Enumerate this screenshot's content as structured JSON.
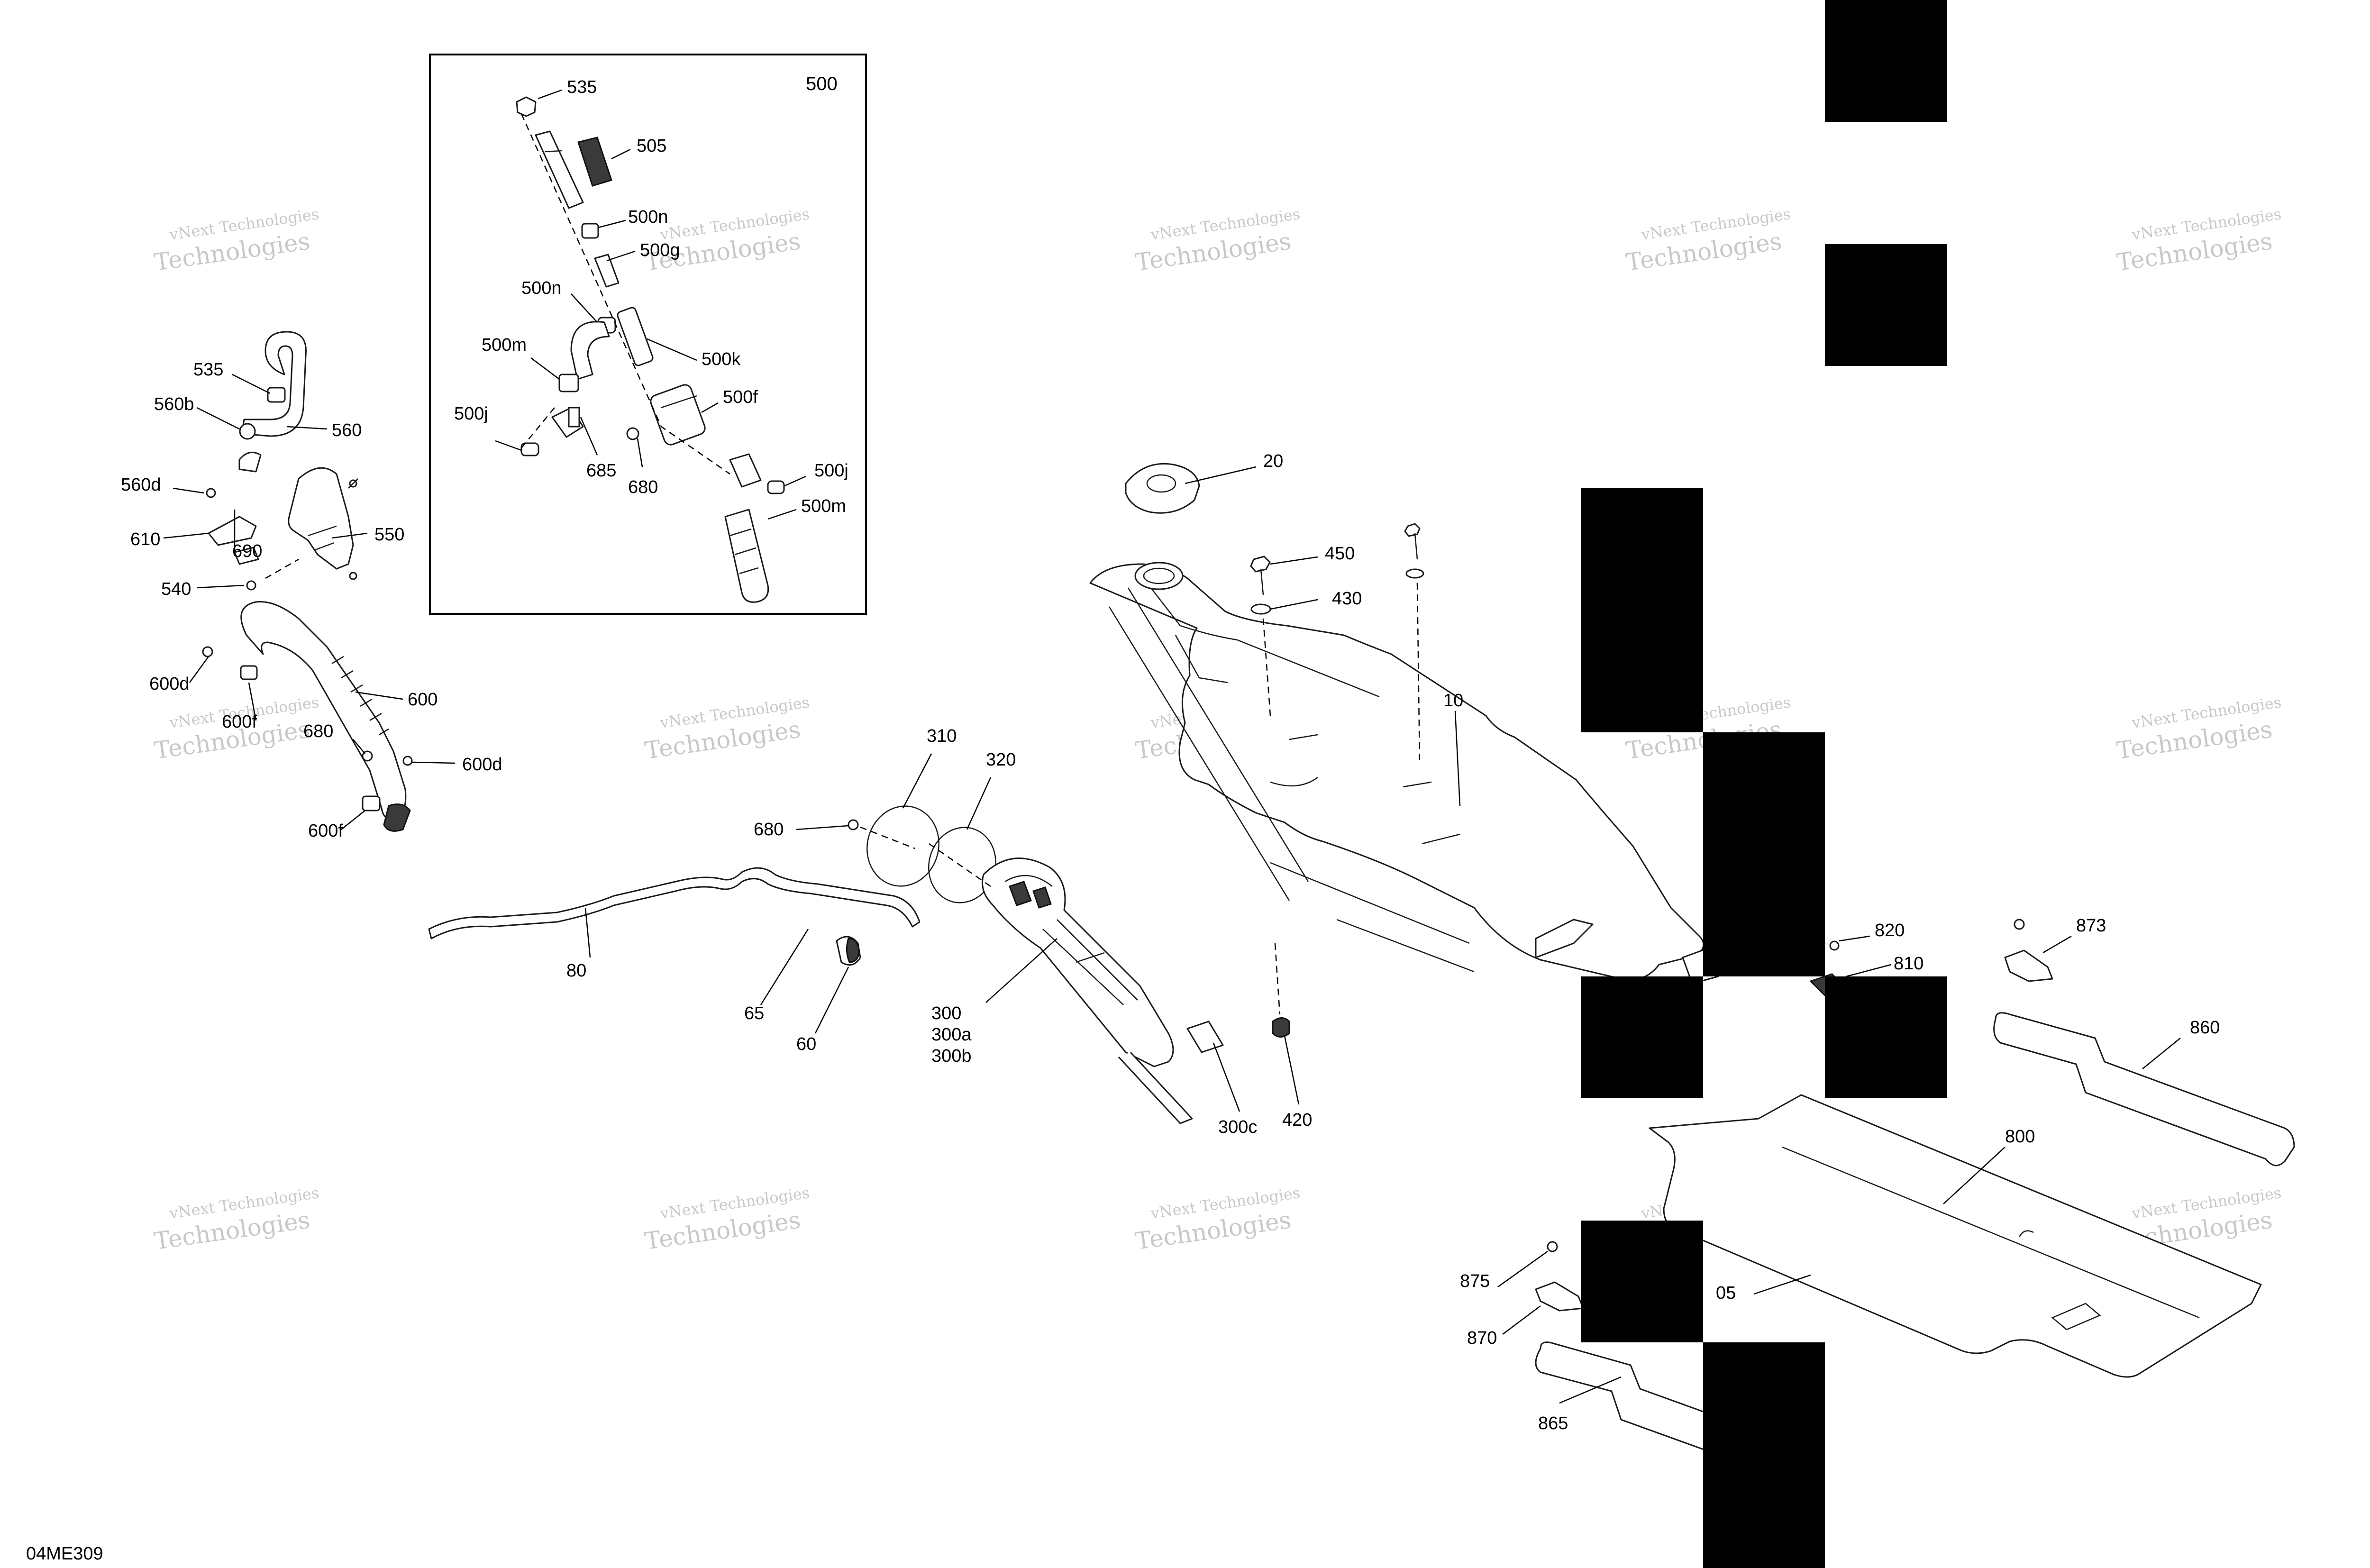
{
  "diagram": {
    "drawing_code": "04ME309",
    "inset": {
      "title": "500"
    },
    "callouts": {
      "c535_inset": "535",
      "c505": "505",
      "c500n_top": "500n",
      "c500g": "500g",
      "c500n_mid": "500n",
      "c500m_left": "500m",
      "c500k": "500k",
      "c500f": "500f",
      "c500j_left": "500j",
      "c685": "685",
      "c680_inset": "680",
      "c500j_right": "500j",
      "c500m_right": "500m",
      "c535_left": "535",
      "c560b": "560b",
      "c560": "560",
      "c560d": "560d",
      "c610": "610",
      "c690": "690",
      "c550": "550",
      "c540": "540",
      "c600d_left": "600d",
      "c600": "600",
      "c600f_mid": "600f",
      "c680_left": "680",
      "c600d_right": "600d",
      "c600f_bottom": "600f",
      "c80": "80",
      "c680_mid": "680",
      "c65": "65",
      "c60": "60",
      "c310": "310",
      "c320": "320",
      "c300": "300",
      "c300a": "300a",
      "c300b": "300b",
      "c300c": "300c",
      "c20": "20",
      "c450": "450",
      "c430": "430",
      "c10": "10",
      "c420": "420",
      "c820": "820",
      "c810": "810",
      "c873": "873",
      "c860": "860",
      "c800": "800",
      "c805": "05",
      "c875": "875",
      "c870": "870",
      "c865": "865"
    },
    "watermark": {
      "line1": "vNext Technologies",
      "line2": "Technologies"
    }
  }
}
